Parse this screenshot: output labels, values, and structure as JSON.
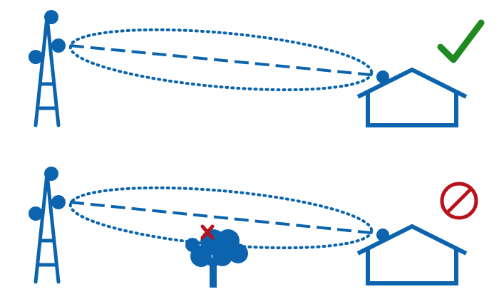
{
  "diagram": {
    "colors": {
      "primary": "#0b64ad",
      "success": "#1f8a1f",
      "blocked": "#b8131a",
      "background": "#ffffff"
    },
    "scenarios": [
      {
        "state": "clear",
        "status_icon": "checkmark-icon",
        "obstacle": null
      },
      {
        "state": "blocked",
        "status_icon": "no-entry-icon",
        "obstacle": "tree-icon",
        "obstacle_marker": "x-mark-icon"
      }
    ],
    "elements": {
      "tower": "cell-tower-icon",
      "receiver": "house-icon",
      "signal_zone": "fresnel-zone-ellipse",
      "line_of_sight": "line-of-sight-dashed-line"
    }
  }
}
